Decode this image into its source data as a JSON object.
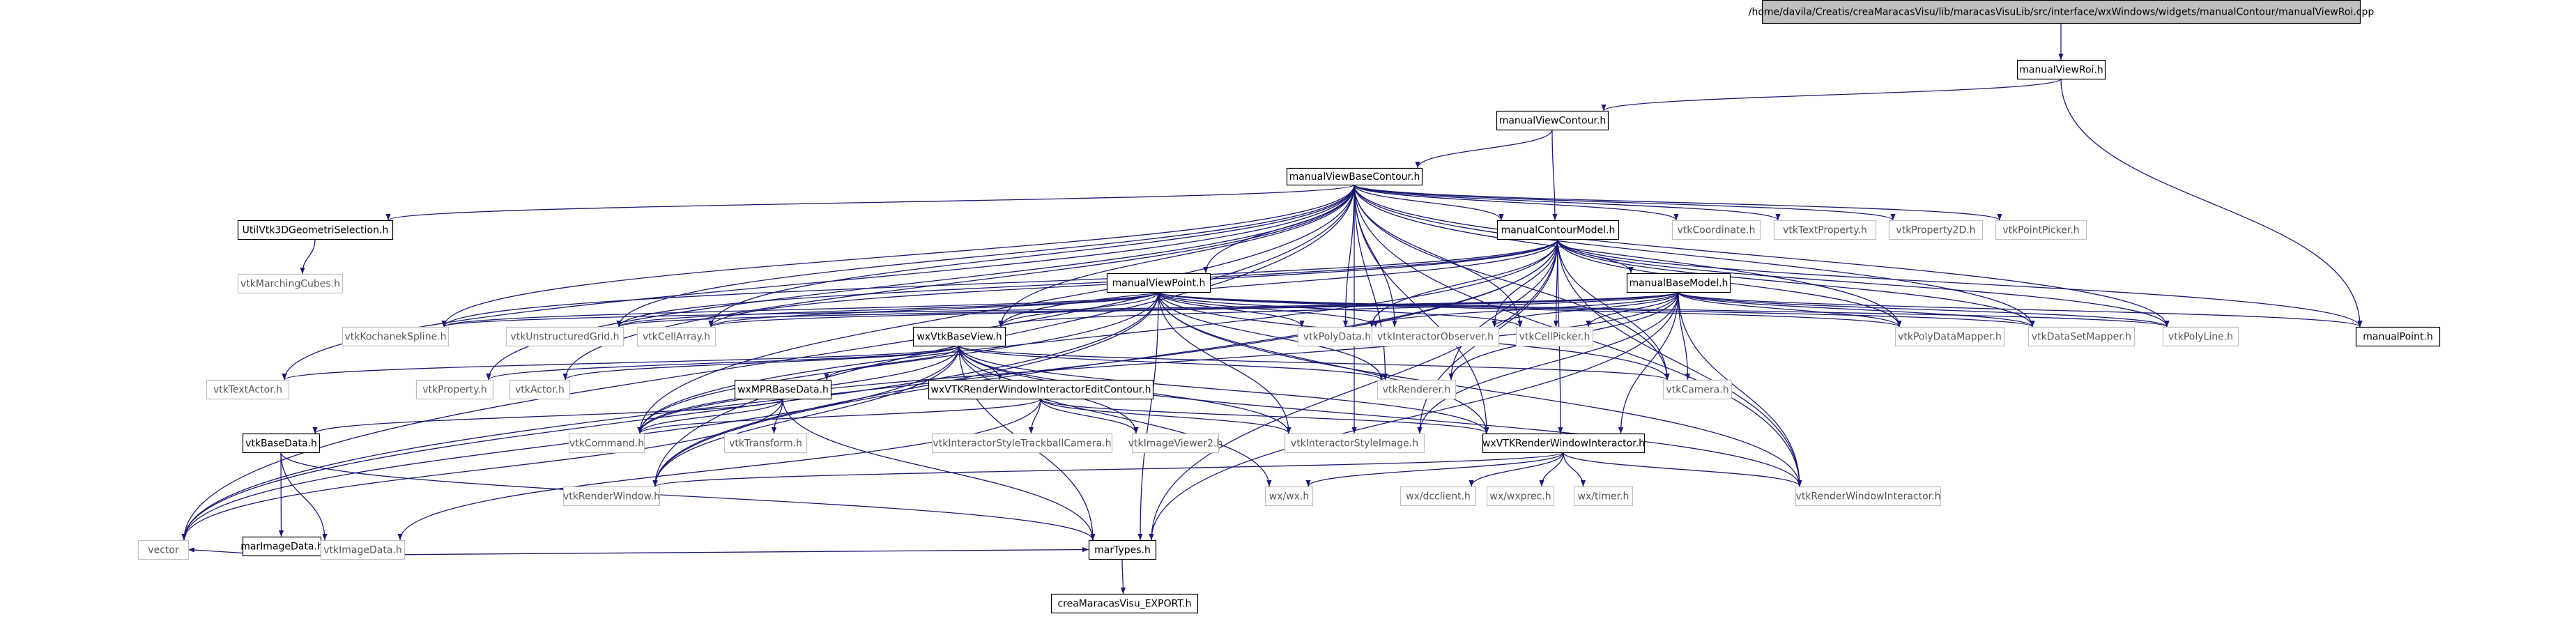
{
  "graph": {
    "nodes": [
      {
        "id": "root",
        "label": "/home/davila/Creatis/creaMaracasVisu/lib/maracasVisuLib/src/interface/wxWindows/widgets/manualContour/manualViewRoi.cpp",
        "style": "root"
      },
      {
        "id": "mvroi",
        "label": "manualViewRoi.h",
        "style": "doc"
      },
      {
        "id": "mvcontour",
        "label": "manualViewContour.h",
        "style": "doc"
      },
      {
        "id": "mvbase",
        "label": "manualViewBaseContour.h",
        "style": "doc"
      },
      {
        "id": "util3d",
        "label": "UtilVtk3DGeometriSelection.h",
        "style": "doc"
      },
      {
        "id": "vtkmc",
        "label": "vtkMarchingCubes.h",
        "style": "ext"
      },
      {
        "id": "mcmodel",
        "label": "manualContourModel.h",
        "style": "doc"
      },
      {
        "id": "vtkcoord",
        "label": "vtkCoordinate.h",
        "style": "ext"
      },
      {
        "id": "vtktextprop",
        "label": "vtkTextProperty.h",
        "style": "ext"
      },
      {
        "id": "vtkprop2d",
        "label": "vtkProperty2D.h",
        "style": "ext"
      },
      {
        "id": "vtkpointpicker",
        "label": "vtkPointPicker.h",
        "style": "ext"
      },
      {
        "id": "mvpoint",
        "label": "manualViewPoint.h",
        "style": "doc"
      },
      {
        "id": "mbmodel",
        "label": "manualBaseModel.h",
        "style": "doc"
      },
      {
        "id": "vtkkochanek",
        "label": "vtkKochanekSpline.h",
        "style": "ext"
      },
      {
        "id": "vtkugrid",
        "label": "vtkUnstructuredGrid.h",
        "style": "ext"
      },
      {
        "id": "vtkcellarray",
        "label": "vtkCellArray.h",
        "style": "ext"
      },
      {
        "id": "wxvtkbase",
        "label": "wxVtkBaseView.h",
        "style": "doc"
      },
      {
        "id": "vtkpolydata",
        "label": "vtkPolyData.h",
        "style": "ext"
      },
      {
        "id": "vtkintobs",
        "label": "vtkInteractorObserver.h",
        "style": "ext"
      },
      {
        "id": "vtkcellpicker",
        "label": "vtkCellPicker.h",
        "style": "ext"
      },
      {
        "id": "vtkpdmapper",
        "label": "vtkPolyDataMapper.h",
        "style": "ext"
      },
      {
        "id": "vtkdsmapper",
        "label": "vtkDataSetMapper.h",
        "style": "ext"
      },
      {
        "id": "vtkpolyline",
        "label": "vtkPolyLine.h",
        "style": "ext"
      },
      {
        "id": "manualpoint",
        "label": "manualPoint.h",
        "style": "doc"
      },
      {
        "id": "vtktextactor",
        "label": "vtkTextActor.h",
        "style": "ext"
      },
      {
        "id": "vtkproperty",
        "label": "vtkProperty.h",
        "style": "ext"
      },
      {
        "id": "vtkactor",
        "label": "vtkActor.h",
        "style": "ext"
      },
      {
        "id": "wxmpr",
        "label": "wxMPRBaseData.h",
        "style": "doc"
      },
      {
        "id": "wxrwiec",
        "label": "wxVTKRenderWindowInteractorEditContour.h",
        "style": "doc"
      },
      {
        "id": "vtkrenderer",
        "label": "vtkRenderer.h",
        "style": "ext"
      },
      {
        "id": "vtkcamera",
        "label": "vtkCamera.h",
        "style": "ext"
      },
      {
        "id": "vtkcommand",
        "label": "vtkCommand.h",
        "style": "ext"
      },
      {
        "id": "vtktransform",
        "label": "vtkTransform.h",
        "style": "ext"
      },
      {
        "id": "vtkistc",
        "label": "vtkInteractorStyleTrackballCamera.h",
        "style": "ext"
      },
      {
        "id": "vtkiv2",
        "label": "vtkImageViewer2.h",
        "style": "ext"
      },
      {
        "id": "vtkisi",
        "label": "vtkInteractorStyleImage.h",
        "style": "ext"
      },
      {
        "id": "wxrwi",
        "label": "wxVTKRenderWindowInteractor.h",
        "style": "doc"
      },
      {
        "id": "vtkbasedata",
        "label": "vtkBaseData.h",
        "style": "doc"
      },
      {
        "id": "vtkrenderwindow",
        "label": "vtkRenderWindow.h",
        "style": "ext"
      },
      {
        "id": "wxwx",
        "label": "wx/wx.h",
        "style": "ext"
      },
      {
        "id": "wxdcclient",
        "label": "wx/dcclient.h",
        "style": "ext"
      },
      {
        "id": "wxwxprec",
        "label": "wx/wxprec.h",
        "style": "ext"
      },
      {
        "id": "wxtimer",
        "label": "wx/timer.h",
        "style": "ext"
      },
      {
        "id": "vtkrwi",
        "label": "vtkRenderWindowInteractor.h",
        "style": "ext"
      },
      {
        "id": "marimagedata",
        "label": "marImageData.h",
        "style": "doc"
      },
      {
        "id": "vector",
        "label": "vector",
        "style": "ext"
      },
      {
        "id": "vtkimagedata",
        "label": "vtkImageData.h",
        "style": "ext"
      },
      {
        "id": "martypes",
        "label": "marTypes.h",
        "style": "doc"
      },
      {
        "id": "export",
        "label": "creaMaracasVisu_EXPORT.h",
        "style": "doc"
      }
    ],
    "edges": [
      [
        "root",
        "mvroi"
      ],
      [
        "mvroi",
        "mvcontour"
      ],
      [
        "mvroi",
        "manualpoint"
      ],
      [
        "mvcontour",
        "mvbase"
      ],
      [
        "mvcontour",
        "mcmodel"
      ],
      [
        "mvbase",
        "util3d"
      ],
      [
        "mvbase",
        "mcmodel"
      ],
      [
        "mvbase",
        "vtkcoord"
      ],
      [
        "mvbase",
        "vtktextprop"
      ],
      [
        "mvbase",
        "vtkprop2d"
      ],
      [
        "mvbase",
        "vtkpointpicker"
      ],
      [
        "mvbase",
        "mvpoint"
      ],
      [
        "mvbase",
        "wxvtkbase"
      ],
      [
        "mvbase",
        "vtkkochanek"
      ],
      [
        "mvbase",
        "vtkugrid"
      ],
      [
        "mvbase",
        "vtkcellarray"
      ],
      [
        "mvbase",
        "vtkpolydata"
      ],
      [
        "mvbase",
        "vtkintobs"
      ],
      [
        "mvbase",
        "vtkcellpicker"
      ],
      [
        "mvbase",
        "vtkpdmapper"
      ],
      [
        "mvbase",
        "vtkdsmapper"
      ],
      [
        "mvbase",
        "vtkpolyline"
      ],
      [
        "mvbase",
        "vtktextactor"
      ],
      [
        "mvbase",
        "vtkproperty"
      ],
      [
        "mvbase",
        "vtkactor"
      ],
      [
        "mvbase",
        "vtkrenderer"
      ],
      [
        "mvbase",
        "vtkcamera"
      ],
      [
        "mvbase",
        "vtkisi"
      ],
      [
        "mvbase",
        "wxrwi"
      ],
      [
        "mvbase",
        "vtkrenderwindow"
      ],
      [
        "mvbase",
        "vtkrwi"
      ],
      [
        "mvbase",
        "vector"
      ],
      [
        "mvbase",
        "vtkcommand"
      ],
      [
        "util3d",
        "vtkmc"
      ],
      [
        "mcmodel",
        "mbmodel"
      ],
      [
        "mcmodel",
        "vtkkochanek"
      ],
      [
        "mcmodel",
        "vtkugrid"
      ],
      [
        "mcmodel",
        "vtkcellarray"
      ],
      [
        "mcmodel",
        "vtkpolydata"
      ],
      [
        "mcmodel",
        "vtkintobs"
      ],
      [
        "mcmodel",
        "vtkcellpicker"
      ],
      [
        "mcmodel",
        "vtkpdmapper"
      ],
      [
        "mcmodel",
        "vtkdsmapper"
      ],
      [
        "mcmodel",
        "vtkpolyline"
      ],
      [
        "mcmodel",
        "manualpoint"
      ],
      [
        "mcmodel",
        "vtkcamera"
      ],
      [
        "mcmodel",
        "vtkrenderer"
      ],
      [
        "mcmodel",
        "wxrwi"
      ],
      [
        "mcmodel",
        "vtkrwi"
      ],
      [
        "mcmodel",
        "vtkrenderwindow"
      ],
      [
        "mcmodel",
        "vtkisi"
      ],
      [
        "mcmodel",
        "vector"
      ],
      [
        "mcmodel",
        "martypes"
      ],
      [
        "mcmodel",
        "vtkcommand"
      ],
      [
        "mcmodel",
        "wxvtkbase"
      ],
      [
        "mvpoint",
        "wxvtkbase"
      ],
      [
        "mvpoint",
        "vtkkochanek"
      ],
      [
        "mvpoint",
        "vtkugrid"
      ],
      [
        "mvpoint",
        "vtkcellarray"
      ],
      [
        "mvpoint",
        "vtkpolydata"
      ],
      [
        "mvpoint",
        "vtkintobs"
      ],
      [
        "mvpoint",
        "vtkcellpicker"
      ],
      [
        "mvpoint",
        "vtkpdmapper"
      ],
      [
        "mvpoint",
        "vtkdsmapper"
      ],
      [
        "mvpoint",
        "vtkpolyline"
      ],
      [
        "mvpoint",
        "vtkrenderer"
      ],
      [
        "mvpoint",
        "vtkcamera"
      ],
      [
        "mvpoint",
        "vtkisi"
      ],
      [
        "mvpoint",
        "wxrwi"
      ],
      [
        "mvpoint",
        "vtkrenderwindow"
      ],
      [
        "mvpoint",
        "vtkrwi"
      ],
      [
        "mvpoint",
        "vector"
      ],
      [
        "mvpoint",
        "martypes"
      ],
      [
        "mvpoint",
        "vtkcommand"
      ],
      [
        "mbmodel",
        "wxvtkbase"
      ],
      [
        "mbmodel",
        "vtkkochanek"
      ],
      [
        "mbmodel",
        "vtkugrid"
      ],
      [
        "mbmodel",
        "vtkcellarray"
      ],
      [
        "mbmodel",
        "vtkpolydata"
      ],
      [
        "mbmodel",
        "vtkintobs"
      ],
      [
        "mbmodel",
        "vtkcellpicker"
      ],
      [
        "mbmodel",
        "vtkpdmapper"
      ],
      [
        "mbmodel",
        "vtkdsmapper"
      ],
      [
        "mbmodel",
        "vtkpolyline"
      ],
      [
        "mbmodel",
        "manualpoint"
      ],
      [
        "mbmodel",
        "vtkrenderer"
      ],
      [
        "mbmodel",
        "vtkcamera"
      ],
      [
        "mbmodel",
        "vtkisi"
      ],
      [
        "mbmodel",
        "wxrwi"
      ],
      [
        "mbmodel",
        "vtkrwi"
      ],
      [
        "mbmodel",
        "martypes"
      ],
      [
        "mbmodel",
        "vtkcommand"
      ],
      [
        "wxvtkbase",
        "vtktextactor"
      ],
      [
        "wxvtkbase",
        "vtkproperty"
      ],
      [
        "wxvtkbase",
        "vtkactor"
      ],
      [
        "wxvtkbase",
        "wxmpr"
      ],
      [
        "wxvtkbase",
        "wxrwiec"
      ],
      [
        "wxvtkbase",
        "vtkrenderer"
      ],
      [
        "wxvtkbase",
        "vtkcamera"
      ],
      [
        "wxvtkbase",
        "vtkcommand"
      ],
      [
        "wxvtkbase",
        "vtkisi"
      ],
      [
        "wxvtkbase",
        "wxrwi"
      ],
      [
        "wxvtkbase",
        "vtkrenderwindow"
      ],
      [
        "wxvtkbase",
        "wxwx"
      ],
      [
        "wxvtkbase",
        "vtkiv2"
      ],
      [
        "wxvtkbase",
        "vtkrwi"
      ],
      [
        "wxvtkbase",
        "vector"
      ],
      [
        "wxvtkbase",
        "martypes"
      ],
      [
        "wxmpr",
        "vtkbasedata"
      ],
      [
        "wxmpr",
        "vtkcommand"
      ],
      [
        "wxmpr",
        "vtktransform"
      ],
      [
        "wxmpr",
        "martypes"
      ],
      [
        "wxmpr",
        "vector"
      ],
      [
        "wxrwiec",
        "vtkistc"
      ],
      [
        "wxrwiec",
        "vtkiv2"
      ],
      [
        "wxrwiec",
        "vtkisi"
      ],
      [
        "wxrwiec",
        "wxrwi"
      ],
      [
        "wxrwiec",
        "vtkcommand"
      ],
      [
        "wxrwiec",
        "vtkimagedata"
      ],
      [
        "wxrwi",
        "vtkrenderwindow"
      ],
      [
        "wxrwi",
        "wxwx"
      ],
      [
        "wxrwi",
        "wxdcclient"
      ],
      [
        "wxrwi",
        "wxwxprec"
      ],
      [
        "wxrwi",
        "wxtimer"
      ],
      [
        "wxrwi",
        "vtkrwi"
      ],
      [
        "vtkbasedata",
        "marimagedata"
      ],
      [
        "vtkbasedata",
        "vtkimagedata"
      ],
      [
        "vtkbasedata",
        "martypes"
      ],
      [
        "marimagedata",
        "vector"
      ],
      [
        "marimagedata",
        "vtkimagedata"
      ],
      [
        "marimagedata",
        "martypes"
      ],
      [
        "martypes",
        "export"
      ]
    ]
  },
  "colors": {
    "edge": "#191970",
    "root_fill": "#bfbfbf",
    "doc_stroke": "#000000",
    "ext_stroke": "#bfbfbf",
    "ext_text": "#555555"
  }
}
